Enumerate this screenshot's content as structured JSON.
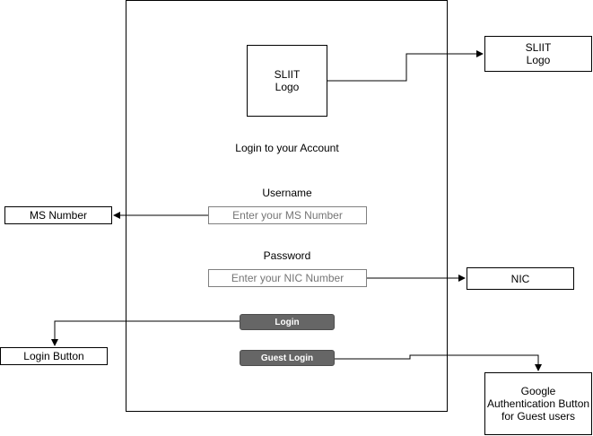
{
  "logo": {
    "text": "SLIIT\nLogo"
  },
  "title": "Login to your Account",
  "username": {
    "label": "Username",
    "placeholder": "Enter your MS Number"
  },
  "password": {
    "label": "Password",
    "placeholder": "Enter your NIC Number"
  },
  "buttons": {
    "login": "Login",
    "guest_login": "Guest Login"
  },
  "annotations": {
    "logo": "SLIIT\nLogo",
    "username": "MS Number",
    "password": "NIC",
    "login": "Login Button",
    "guest": "Google\nAuthentication Button\nfor Guest users"
  },
  "colors": {
    "button_fill": "#666666",
    "button_text": "#ffffff",
    "placeholder_text": "#999999",
    "line": "#000000"
  }
}
